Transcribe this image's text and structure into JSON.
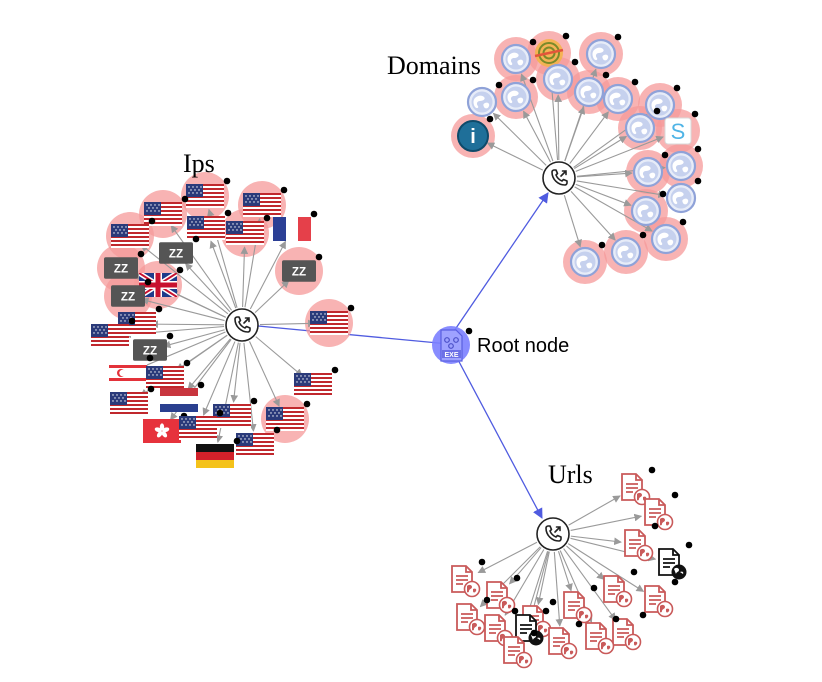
{
  "graph": {
    "root": {
      "label": "Root node",
      "icon": "exe-file-icon",
      "fill": "#7b80ff"
    },
    "clusters": [
      {
        "key": "ips",
        "label": "Ips",
        "hub_icon": "phone-call-icon",
        "node_count": 31
      },
      {
        "key": "domains",
        "label": "Domains",
        "hub_icon": "phone-call-icon",
        "node_count": 22
      },
      {
        "key": "urls",
        "label": "Urls",
        "hub_icon": "phone-call-icon",
        "node_count": 22
      }
    ],
    "colors": {
      "root_link": "#4f5be0",
      "child_link": "#9a9a9a",
      "highlight_halo": "#f59a9a",
      "url_doc": "#c95a5a",
      "globe": "#8fa2d8"
    },
    "badges": {
      "sleep": "ZZ",
      "info": "i",
      "s": "S"
    }
  }
}
